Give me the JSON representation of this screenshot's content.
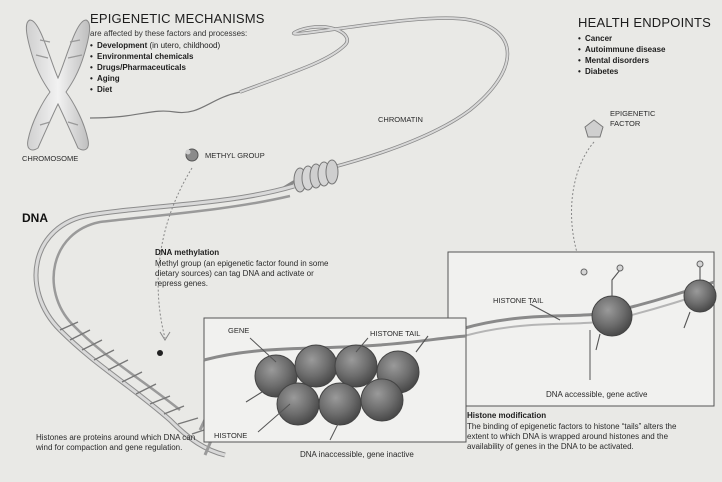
{
  "mechanisms": {
    "title": "EPIGENETIC MECHANISMS",
    "subtitle": "are affected by these factors and processes:",
    "items": [
      {
        "bold": "Development",
        "rest": " (in utero, childhood)"
      },
      {
        "bold": "Environmental chemicals",
        "rest": ""
      },
      {
        "bold": "Drugs/Pharmaceuticals",
        "rest": ""
      },
      {
        "bold": "Aging",
        "rest": ""
      },
      {
        "bold": "Diet",
        "rest": ""
      }
    ]
  },
  "endpoints": {
    "title": "HEALTH ENDPOINTS",
    "items": [
      "Cancer",
      "Autoimmune disease",
      "Mental disorders",
      "Diabetes"
    ]
  },
  "labels": {
    "chromosome": "CHROMOSOME",
    "chromatin": "CHROMATIN",
    "methyl_group": "METHYL GROUP",
    "epigenetic_factor_line1": "EPIGENETIC",
    "epigenetic_factor_line2": "FACTOR",
    "dna": "DNA",
    "gene": "GENE",
    "histone_tail_left": "HISTONE TAIL",
    "histone_tail_right": "HISTONE TAIL",
    "histone": "HISTONE",
    "dna_inaccessible": "DNA inaccessible, gene inactive",
    "dna_accessible": "DNA accessible, gene active"
  },
  "methylation": {
    "title": "DNA methylation",
    "body": "Methyl group (an epigenetic factor found in some dietary sources) can tag DNA and activate or repress genes."
  },
  "histone_modification": {
    "title": "Histone modification",
    "body": "The binding of epigenetic factors to histone “tails” alters the extent to which DNA is wrapped around histones and the availability of genes in the DNA to be activated."
  },
  "histones_caption": "Histones are proteins around which DNA can wind for compaction and gene regulation."
}
